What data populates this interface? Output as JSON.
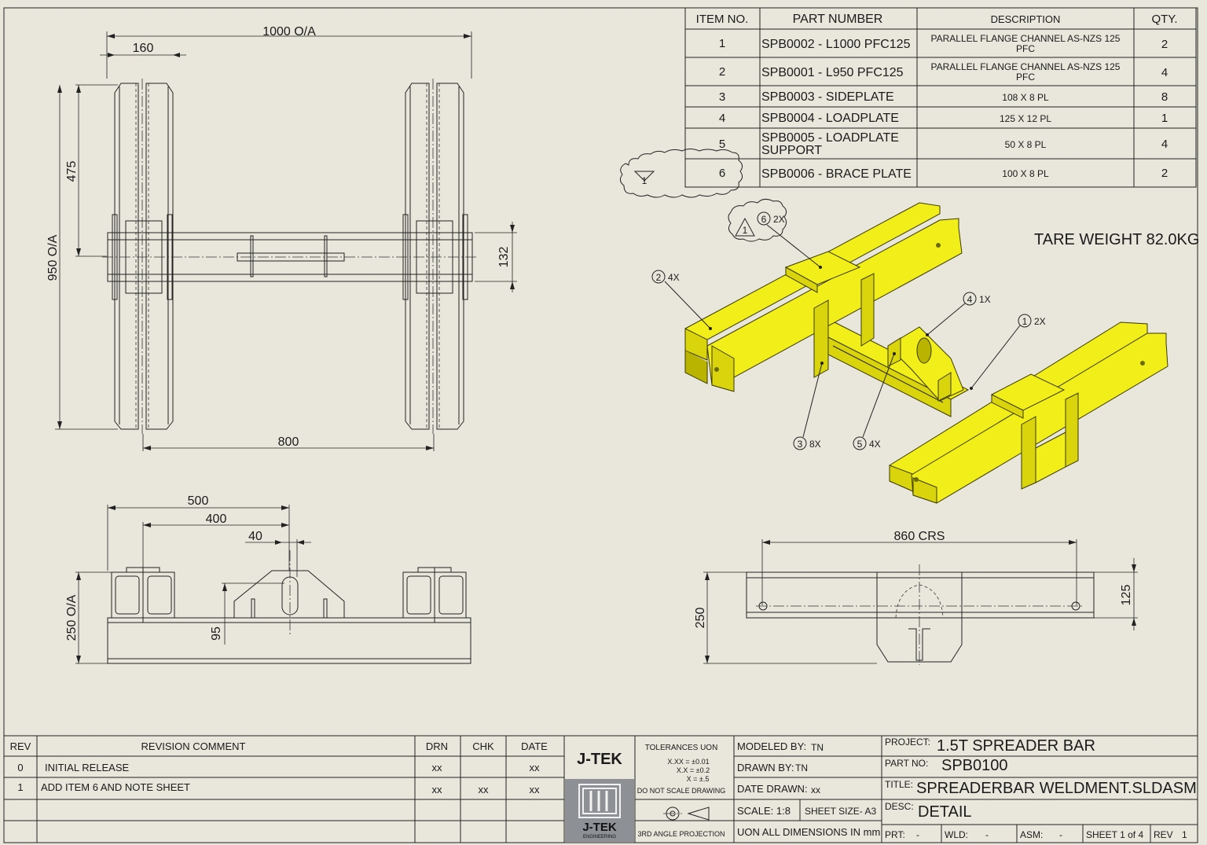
{
  "bom": {
    "headers": {
      "item": "ITEM NO.",
      "part": "PART NUMBER",
      "desc": "DESCRIPTION",
      "qty": "QTY."
    },
    "rows": [
      {
        "item": "1",
        "part": "SPB0002 - L1000 PFC125",
        "desc1": "PARALLEL FLANGE CHANNEL AS-NZS 125",
        "desc2": "PFC",
        "qty": "2"
      },
      {
        "item": "2",
        "part": "SPB0001 - L950 PFC125",
        "desc1": "PARALLEL FLANGE CHANNEL AS-NZS 125",
        "desc2": "PFC",
        "qty": "4"
      },
      {
        "item": "3",
        "part": "SPB0003 - SIDEPLATE",
        "desc1": "108 X 8 PL",
        "desc2": "",
        "qty": "8"
      },
      {
        "item": "4",
        "part": "SPB0004 - LOADPLATE",
        "desc1": "125 X 12 PL",
        "desc2": "",
        "qty": "1"
      },
      {
        "item": "5",
        "part1": "SPB0005 - LOADPLATE",
        "part2": "SUPPORT",
        "desc1": "50 X 8 PL",
        "desc2": "",
        "qty": "4"
      },
      {
        "item": "6",
        "part": "SPB0006 - BRACE PLATE",
        "desc1": "100 X 8 PL",
        "desc2": "",
        "qty": "2"
      }
    ]
  },
  "tare_weight": "TARE WEIGHT 82.0KG",
  "dims": {
    "d1000": "1000 O/A",
    "d160": "160",
    "d475": "475",
    "d950": "950 O/A",
    "d132": "132",
    "d800": "800",
    "d500": "500",
    "d400": "400",
    "d40": "40",
    "d250oa": "250 O/A",
    "d95": "95",
    "d860": "860 CRS",
    "d250": "250",
    "d125": "125"
  },
  "balloons": {
    "b6": "6",
    "b6q": "2X",
    "b2": "2",
    "b2q": "4X",
    "b4": "4",
    "b4q": "1X",
    "b1": "1",
    "b1q": "2X",
    "b3": "3",
    "b3q": "8X",
    "b5": "5",
    "b5q": "4X",
    "rev1": "1",
    "rev2": "1"
  },
  "revisions": {
    "headers": {
      "rev": "REV",
      "comment": "REVISION COMMENT",
      "drn": "DRN",
      "chk": "CHK",
      "date": "DATE"
    },
    "rows": [
      {
        "rev": "0",
        "comment": "INITIAL RELEASE",
        "drn": "xx",
        "chk": "",
        "date": "xx"
      },
      {
        "rev": "1",
        "comment": "ADD ITEM 6 AND NOTE SHEET",
        "drn": "xx",
        "chk": "xx",
        "date": "xx"
      }
    ]
  },
  "logo": {
    "name": "J-TEK",
    "sub": "ENGINEERING"
  },
  "tolerances": {
    "title": "TOLERANCES UON",
    "l1": "X.XX = ±0.01",
    "l2": "X.X = ±0.2",
    "l3": "X = ±.5",
    "noscale": "DO NOT SCALE DRAWING",
    "projection": "3RD ANGLE PROJECTION"
  },
  "info": {
    "modeled": "MODELED BY:",
    "modeled_v": "TN",
    "drawn": "DRAWN BY:",
    "drawn_v": "TN",
    "date": "DATE DRAWN:",
    "date_v": "xx",
    "scale": "SCALE: 1:8",
    "size": "SHEET SIZE- A3",
    "uon": "UON ALL DIMENSIONS IN mm"
  },
  "title_block": {
    "project_l": "PROJECT:",
    "project_v": "1.5T SPREADER BAR",
    "part_l": "PART NO:",
    "part_v": "SPB0100",
    "title_l": "TITLE:",
    "title_v": "SPREADERBAR WELDMENT.SLDASM",
    "desc_l": "DESC:",
    "desc_v": "DETAIL",
    "prt": "PRT:",
    "prt_v": "-",
    "wld": "WLD:",
    "wld_v": "-",
    "asm": "ASM:",
    "asm_v": "-",
    "sheet": "SHEET 1 of 4",
    "rev": "REV",
    "rev_v": "1"
  },
  "colors": {
    "paper": "#e9e7dc",
    "part_yellow": "#f2ee1a"
  }
}
